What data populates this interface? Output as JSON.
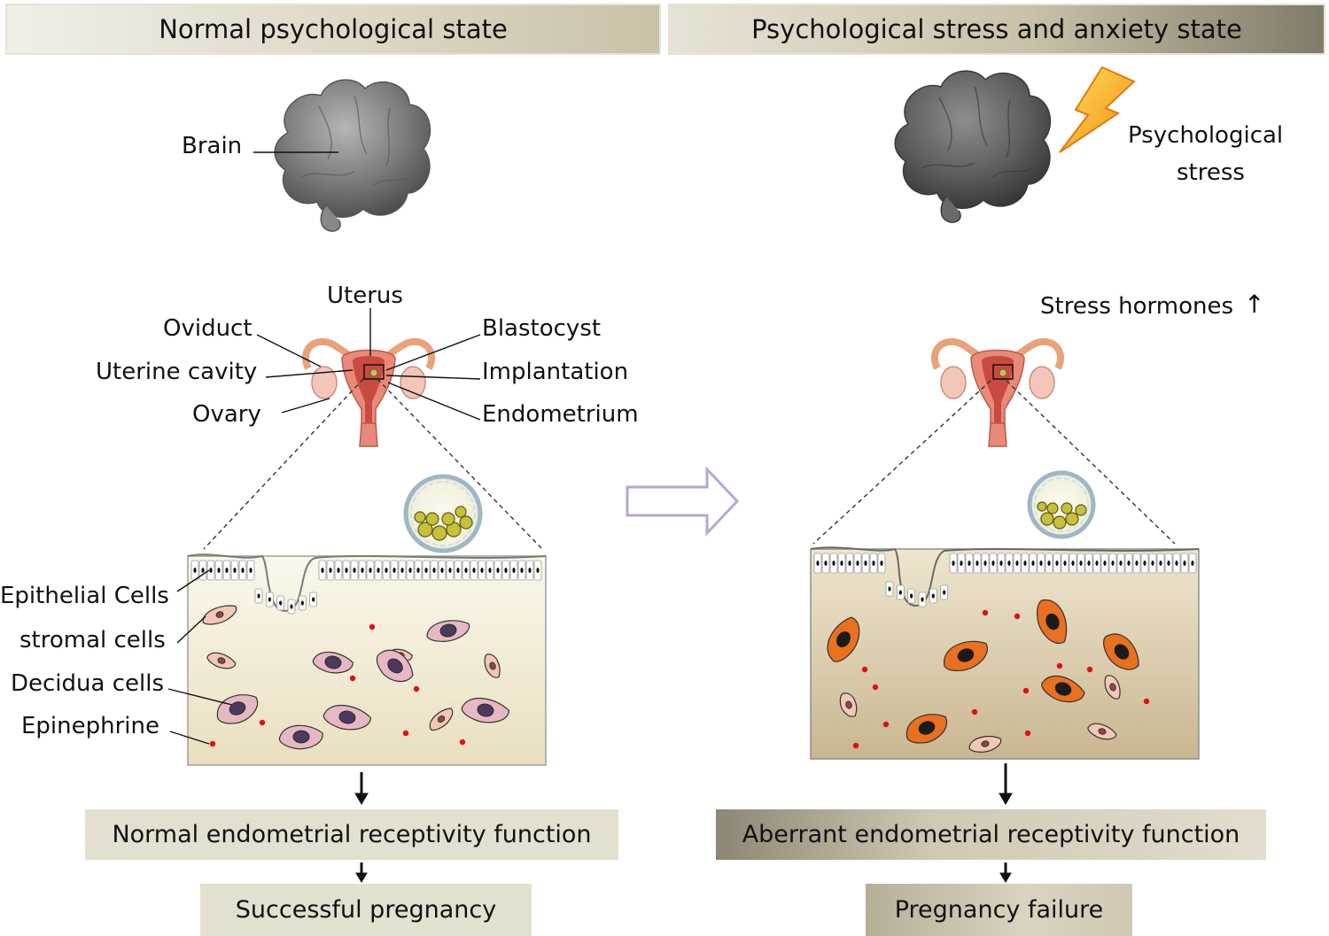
{
  "headers": {
    "normal": "Normal psychological state",
    "stress": "Psychological stress and anxiety state"
  },
  "labels": {
    "brain": "Brain",
    "uterus": "Uterus",
    "oviduct": "Oviduct",
    "uterine_cavity": "Uterine cavity",
    "ovary": "Ovary",
    "blastocyst": "Blastocyst",
    "implantation": "Implantation",
    "endometrium": "Endometrium",
    "epithelial_cells": "Epithelial Cells",
    "stromal_cells": "stromal cells",
    "decidua_cells": "Decidua cells",
    "epinephrine": "Epinephrine",
    "psychological": "Psychological",
    "stress": "stress",
    "stress_hormones": "Stress hormones",
    "up_arrow": "↑"
  },
  "outcomes": {
    "normal_function": "Normal endometrial receptivity  function",
    "normal_result": "Successful pregnancy",
    "aberrant_function": "Aberrant endometrial receptivity  function",
    "aberrant_result": "Pregnancy failure"
  },
  "colors": {
    "brain": "#7a7a7a",
    "lightning": "#f5a623",
    "uterus": "#e88b7a",
    "decidua_normal": "#e6b8c4",
    "decidua_nucleus": "#4b3a5c",
    "decidua_stress": "#e8701f",
    "epinephrine_dot": "#e01010",
    "transition_arrow": "#b9a6d0"
  }
}
